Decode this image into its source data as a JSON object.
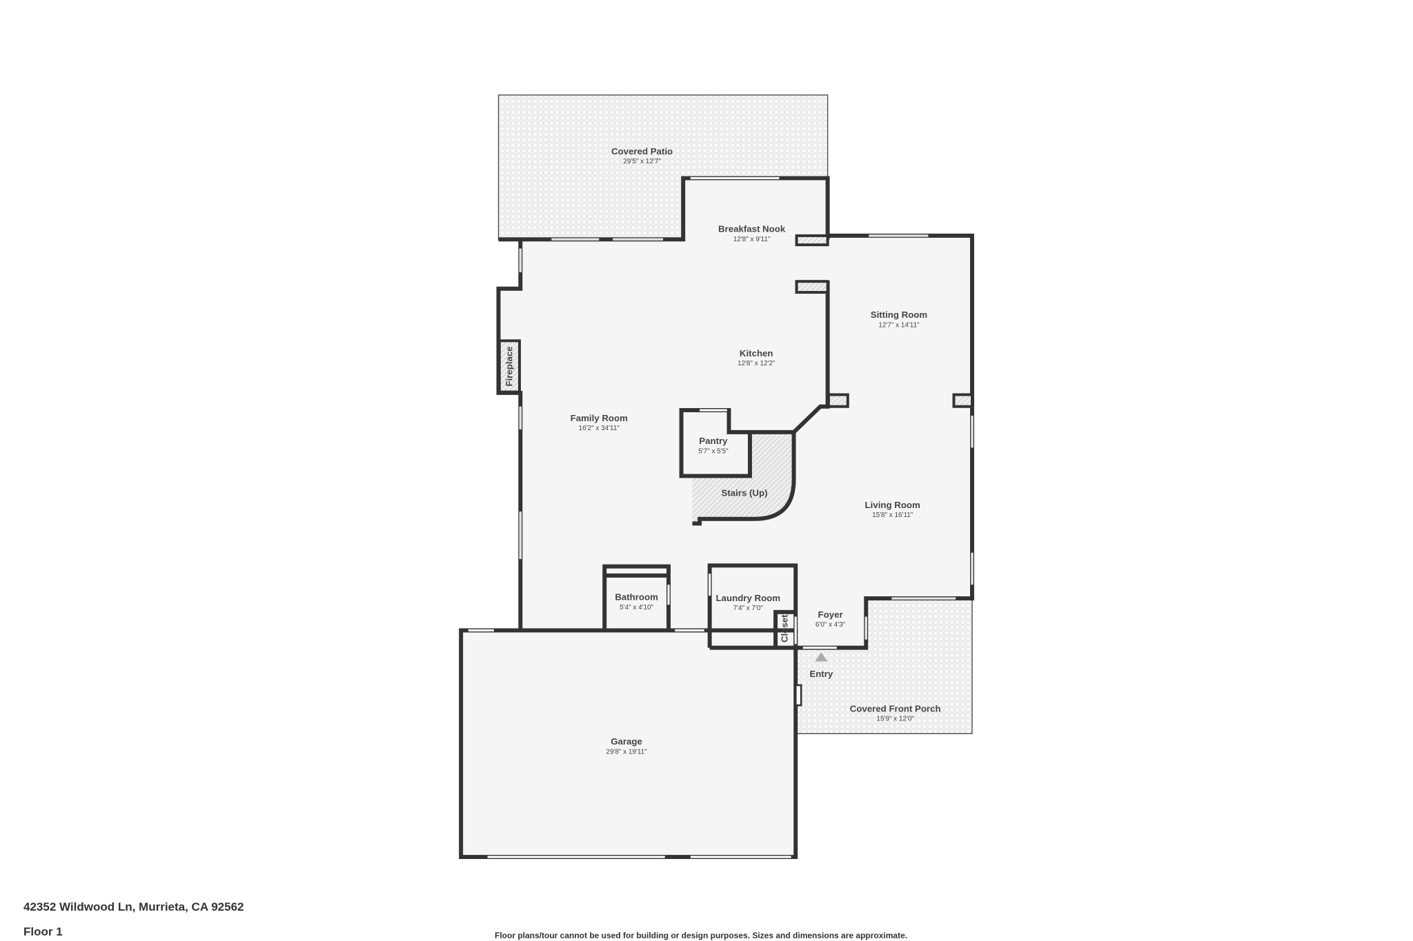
{
  "address": "42352 Wildwood Ln, Murrieta, CA 92562",
  "floor_label": "Floor 1",
  "disclaimer": "Floor plans/tour cannot be used for building or design purposes. Sizes and dimensions are approximate.",
  "rooms": {
    "covered_patio": {
      "name": "Covered Patio",
      "dims": "29'5\" x 12'7\""
    },
    "breakfast_nook": {
      "name": "Breakfast Nook",
      "dims": "12'8\" x 9'11\""
    },
    "sitting_room": {
      "name": "Sitting Room",
      "dims": "12'7\" x 14'11\""
    },
    "kitchen": {
      "name": "Kitchen",
      "dims": "12'8\" x 12'2\""
    },
    "family_room": {
      "name": "Family Room",
      "dims": "16'2\" x 34'11\""
    },
    "pantry": {
      "name": "Pantry",
      "dims": "5'7\" x 5'5\""
    },
    "stairs": {
      "name": "Stairs (Up)"
    },
    "living_room": {
      "name": "Living Room",
      "dims": "15'8\" x 16'11\""
    },
    "bathroom": {
      "name": "Bathroom",
      "dims": "5'4\" x 4'10\""
    },
    "laundry_room": {
      "name": "Laundry Room",
      "dims": "7'4\" x 7'0\""
    },
    "foyer": {
      "name": "Foyer",
      "dims": "6'0\" x 4'3\""
    },
    "closet": {
      "name": "Closet"
    },
    "fireplace": {
      "name": "Fireplace"
    },
    "entry": {
      "name": "Entry"
    },
    "covered_front_porch": {
      "name": "Covered Front Porch",
      "dims": "15'9\" x 12'0\""
    },
    "garage": {
      "name": "Garage",
      "dims": "29'8\" x 19'11\""
    }
  },
  "colors": {
    "wall": "#333333",
    "floor": "#f5f5f5",
    "text": "#444444"
  }
}
